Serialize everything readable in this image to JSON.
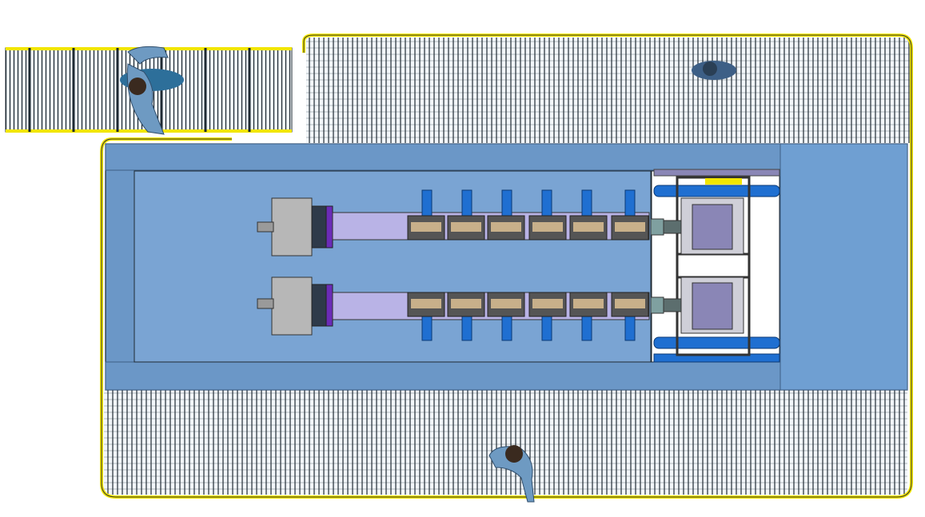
{
  "scene": {
    "kind": "top-view CAD layout",
    "colors": {
      "background": "#ffffff",
      "grating": "#1f2a33",
      "grating_fill": "#f2f6fa",
      "handrail": "#f2e600",
      "frame": "#6b97c7",
      "frame_dark": "#3d5f86",
      "deck": "#7aa4d3",
      "motor": "#b7b7b7",
      "shaft": "#b9b3e6",
      "purple_ring": "#6b2bb8",
      "bearing_body": "#555555",
      "bearing_band": "#c8b08a",
      "support_arm": "#1f6fd1",
      "hydraulic_block": "#8a86b6",
      "figure_shirt": "#6e9ac2",
      "figure_hair": "#3a2a1f"
    },
    "components": {
      "shaft_lines": 2,
      "bearings_per_line": 6,
      "motors": 2,
      "hydraulic_units": 2,
      "people": 3
    }
  }
}
